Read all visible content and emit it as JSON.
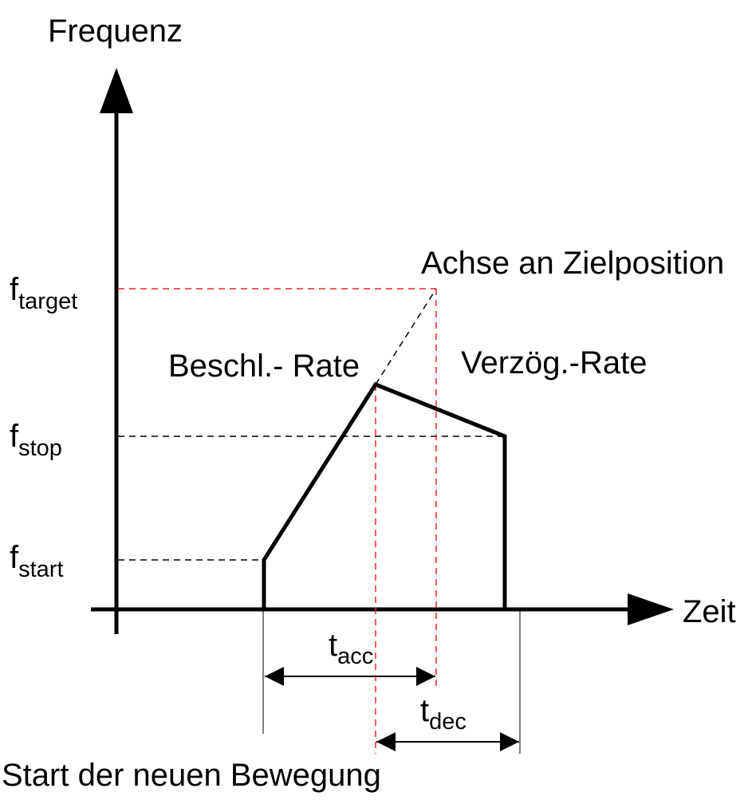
{
  "axes": {
    "y_label": "Frequenz",
    "x_label": "Zeit"
  },
  "levels": {
    "f_target": {
      "base": "f",
      "sub": "target"
    },
    "f_stop": {
      "base": "f",
      "sub": "stop"
    },
    "f_start": {
      "base": "f",
      "sub": "start"
    }
  },
  "annotations": {
    "axis_at_target": "Achse an Zielposition",
    "accel_rate": "Beschl.- Rate",
    "decel_rate": "Verzög.-Rate",
    "new_motion_start": "Start der neuen Bewegung"
  },
  "durations": {
    "t_acc": {
      "base": "t",
      "sub": "acc"
    },
    "t_dec": {
      "base": "t",
      "sub": "dec"
    }
  },
  "colors": {
    "curve": "#000000",
    "guide_dashed": "#000000",
    "guide_red": "#e8262a"
  }
}
